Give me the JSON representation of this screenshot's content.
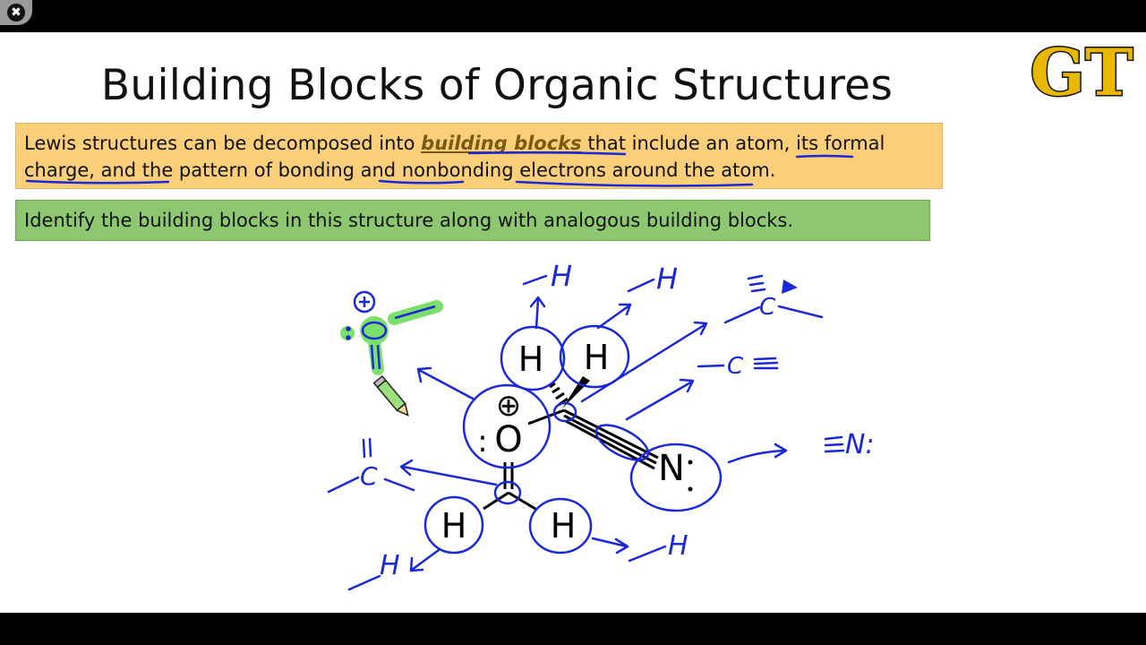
{
  "window": {
    "close_glyph": "✖"
  },
  "slide": {
    "title": "Building Blocks of Organic Structures",
    "logo_text": "GT",
    "box1": {
      "part1": "Lewis structures can be decomposed into ",
      "em1": "building blocks",
      "part2": " that include an atom, its formal charge, and the pattern of bonding and nonbonding electrons around the atom."
    },
    "box2": "Identify the building blocks in this structure along with analogous building blocks."
  },
  "molecule": {
    "atoms": {
      "h_top_left": "H",
      "h_top_right": "H",
      "o_charge": "⊕",
      "o_lonepair": ":",
      "o": "O",
      "n": "N",
      "h_bottom_left": "H",
      "h_bottom_right": "H"
    },
    "annotations": {
      "h1": "H",
      "h2": "H",
      "c_alkyne_top": "C",
      "c_triple": "C",
      "n_triple": "N:",
      "c_double": "C",
      "h3": "H",
      "h4": "H"
    }
  },
  "colors": {
    "ink_blue": "#1a28d8",
    "highlight_green": "#5fe04a",
    "box1_bg": "#fbcf79",
    "box2_bg": "#8dc870",
    "logo_gold": "#e8b800"
  },
  "icons": [
    "close-icon",
    "pencil-icon",
    "gt-logo"
  ]
}
